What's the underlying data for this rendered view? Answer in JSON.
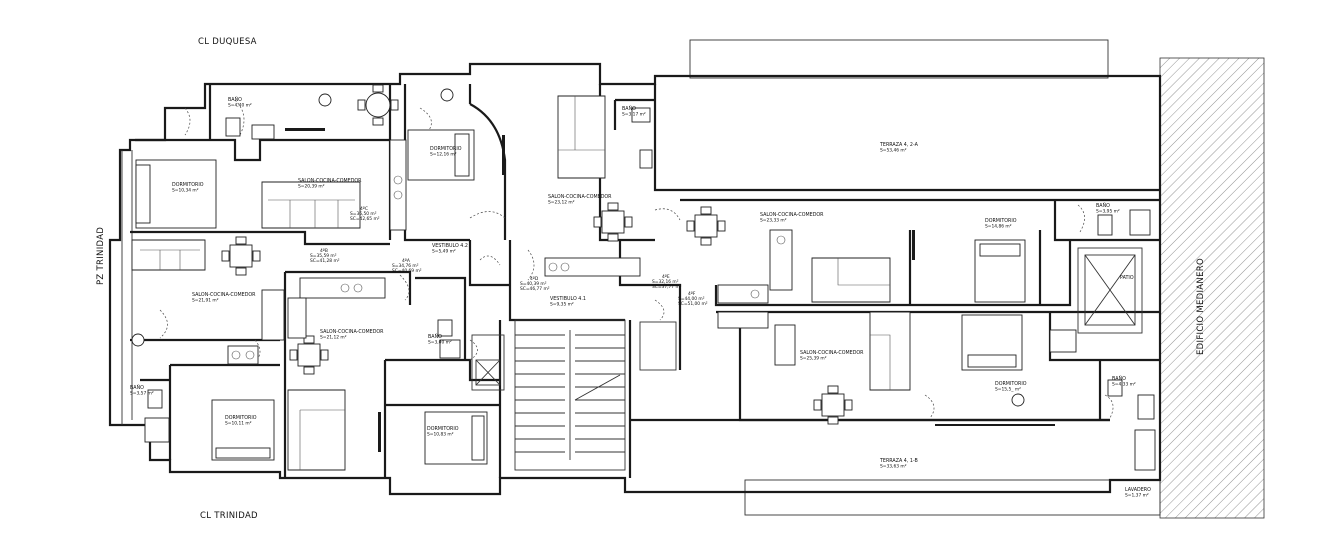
{
  "streets": {
    "north": "CL DUQUESA",
    "south": "CL TRINIDAD",
    "west": "PZ TRINIDAD",
    "east": "EDIFICIO MEDIANERO"
  },
  "rooms": [
    {
      "id": "r1",
      "name": "BAÑO",
      "area": "S=4,40 m²"
    },
    {
      "id": "r2",
      "name": "DORMITORIO",
      "area": "S=10,34 m²"
    },
    {
      "id": "r3",
      "name": "SALON-COCINA-COMEDOR",
      "area": "S=20,39 m²"
    },
    {
      "id": "r4",
      "name": "DORMITORIO",
      "area": "S=12,16 m²"
    },
    {
      "id": "r5",
      "name": "BAÑO",
      "area": "S=3,17 m²"
    },
    {
      "id": "r6",
      "name": "SALON-COCINA-COMEDOR",
      "area": "S=23,12 m²"
    },
    {
      "id": "r7",
      "name": "TERRAZA 4, 2-A",
      "area": "S=53,46 m²"
    },
    {
      "id": "r8",
      "name": "SALON-COCINA-COMEDOR",
      "area": "S=23,33 m²"
    },
    {
      "id": "r9",
      "name": "DORMITORIO",
      "area": "S=14,86 m²"
    },
    {
      "id": "r10",
      "name": "BAÑO",
      "area": "S=3,95 m²"
    },
    {
      "id": "r11",
      "name": "VESTIBULO 4.2",
      "area": "S=5,49 m²"
    },
    {
      "id": "r12",
      "name": "SALON-COCINA-COMEDOR",
      "area": "S=21,91 m²"
    },
    {
      "id": "r13",
      "name": "SALON-COCINA-COMEDOR",
      "area": "S=21,12 m²"
    },
    {
      "id": "r14",
      "name": "BAÑO",
      "area": "S=3,00 m²"
    },
    {
      "id": "r15",
      "name": "VESTIBULO 4.1",
      "area": "S=9,35 m²"
    },
    {
      "id": "r16",
      "name": "SALON-COCINA-COMEDOR",
      "area": "S=25,39 m²"
    },
    {
      "id": "r17",
      "name": "BAÑO",
      "area": "S=3,57 m²"
    },
    {
      "id": "r18",
      "name": "DORMITORIO",
      "area": "S=10,11 m²"
    },
    {
      "id": "r19",
      "name": "DORMITORIO",
      "area": "S=10,83 m²"
    },
    {
      "id": "r20",
      "name": "DORMITORIO",
      "area": "S=15,5_ m²"
    },
    {
      "id": "r21",
      "name": "BAÑO",
      "area": "S=4,33 m²"
    },
    {
      "id": "r22",
      "name": "TERRAZA 4, 1-B",
      "area": "S=33,63 m²"
    },
    {
      "id": "r23",
      "name": "LAVADERO",
      "area": "S=1,37 m²"
    }
  ],
  "units": [
    {
      "id": "u1",
      "name": "4ºC",
      "area": "S=36,50 m²",
      "sc": "SC=42,65 m²"
    },
    {
      "id": "u2",
      "name": "4ºB",
      "area": "S=35,59 m²",
      "sc": "SC=41,28 m²"
    },
    {
      "id": "u3",
      "name": "4ºA",
      "area": "S=34,76 m²",
      "sc": "SC=40,69 m²"
    },
    {
      "id": "u4",
      "name": "4ºD",
      "area": "S=40,39 m²",
      "sc": "SC=46,77 m²"
    },
    {
      "id": "u5",
      "name": "4ºE",
      "area": "S=32,16 m²",
      "sc": "SC=37,77 m²"
    },
    {
      "id": "u6",
      "name": "4ºF",
      "area": "S=44,00 m²",
      "sc": "SC=51,00 m²"
    }
  ],
  "labels": {
    "shaft": "PATIO"
  }
}
